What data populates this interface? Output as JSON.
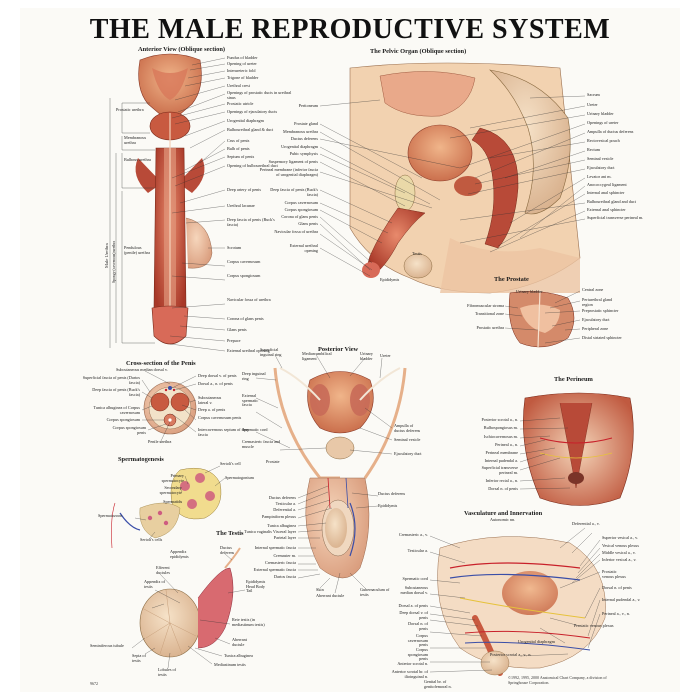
{
  "title": "THE MALE REPRODUCTIVE SYSTEM",
  "panels": {
    "anterior": "Anterior View (Oblique section)",
    "pelvic": "The Pelvic Organ (Oblique section)",
    "prostate": "The Prostate",
    "cross": "Cross-section of the Penis",
    "posterior": "Posterior View",
    "perineum": "The Perineum",
    "sperm": "Spermatogenesis",
    "testis": "The Testis",
    "vascular": "Vasculature and Innervation"
  },
  "anterior_labels": {
    "right": [
      "Fundus of bladder",
      "Opening of ureter",
      "Interureteric fold",
      "Trigone of bladder",
      "Urethral crest",
      "Openings of prostatic ducts in urethral sinus",
      "Prostatic utricle",
      "Openings of ejaculatory ducts",
      "Urogenital diaphragm",
      "Bulbourethral gland & duct",
      "Crus of penis",
      "Bulb of penis",
      "Septum of penis",
      "Opening of bulbourethral duct",
      "Deep artery of penis",
      "Urethral lacunae",
      "Deep fascia of penis (Buck's fascia)",
      "Scrotum",
      "Corpus cavernosum",
      "Corpus spongiosum",
      "Navicular fossa of urethra",
      "Corona of glans penis",
      "Glans penis",
      "Prepuce",
      "External urethral opening"
    ],
    "left": [
      "Prostatic urethra",
      "Membranous urethra",
      "Bulbous urethra",
      "Pendulous (penile) urethra"
    ],
    "side": "Male Urethra",
    "side2": "Spongy (cavernous) urethra"
  },
  "pelvic_labels": {
    "left": [
      "Peritoneum",
      "Prostate gland",
      "Membranous urethra",
      "Ductus deferens",
      "Urogenital diaphragm",
      "Pubic symphysis",
      "Suspensory ligament of penis",
      "Perineal membrane (inferior fascia of urogenital diaphragm)",
      "Deep fascia of penis (Buck's fascia)",
      "Corpus cavernosum",
      "Corpus spongiosum",
      "Corona of glans penis",
      "Glans penis",
      "Navicular fossa of urethra",
      "External urethral opening"
    ],
    "right": [
      "Sacrum",
      "Ureter",
      "Urinary bladder",
      "Openings of ureter",
      "Ampulla of ductus deferens",
      "Rectovesical pouch",
      "Rectum",
      "Seminal vesicle",
      "Ejaculatory duct",
      "Levator ani m.",
      "Anococcygeal ligament",
      "Internal anal sphincter",
      "Bulbourethral gland and duct",
      "External anal sphincter",
      "Superficial transverse perineal m."
    ],
    "bottom": [
      "Testis",
      "Epididymis"
    ]
  },
  "prostate_labels": {
    "right": [
      "Central zone",
      "Periurethral gland region",
      "Preprostatic sphincter",
      "Ejaculatory duct",
      "Peripheral zone",
      "Distal striated sphincter"
    ],
    "left": [
      "Urinary bladder",
      "Fibromuscular stroma",
      "Transitional zone",
      "Prostatic urethra"
    ]
  },
  "cross_labels": {
    "left": [
      "Subcutaneous median dorsal v.",
      "Superficial fascia of penis (Dartos fascia)",
      "Deep fascia of penis (Buck's fascia)",
      "Tunica albuginea of Corpus cavernosum",
      "Corpus spongiosum",
      "Corpus spongiosum penis",
      "Penile urethra"
    ],
    "right": [
      "Deep dorsal v. of penis",
      "Dorsal a., n. of penis",
      "Subcutaneous lateral v.",
      "Deep a. of penis",
      "Corpus cavernosum penis",
      "Intercavernous septum of deep fascia"
    ]
  },
  "posterior_labels": {
    "top": [
      "Superficial inguinal ring",
      "Median umbilical ligament",
      "Urinary bladder",
      "Ureter",
      "Deep inguinal ring"
    ],
    "left": [
      "External spermatic fascia",
      "Spermatic cord",
      "Cremasteric fascia and muscle",
      "Prostate"
    ],
    "right": [
      "Ampulla of ductus deferens",
      "Seminal vesicle",
      "Ejaculatory duct"
    ],
    "lower_left": [
      "Ductus deferens",
      "Testicular a.",
      "Deferential a.",
      "Pampiniform plexus",
      "Tunica albuginea",
      "Tunica vaginalis Visceral layer",
      "Parietal layer",
      "Internal spermatic fascia",
      "Cremaster m.",
      "Cremasteric fascia",
      "External spermatic fascia",
      "Dartos fascia",
      "Skin",
      "Aberrant ductule"
    ],
    "lower_right": [
      "Ductus deferens",
      "Epididymis",
      "Gubernaculum of testis"
    ]
  },
  "perineum_labels": [
    "Posterior scrotal a., n.",
    "Bulbospongiosus m.",
    "Ischiocavernosus m.",
    "Perineal a., n.",
    "Perineal membrane",
    "Internal pudendal a.",
    "Superficial transverse perineal m.",
    "Inferior rectal a., n.",
    "Dorsal n. of penis"
  ],
  "sperm_labels": {
    "right": [
      "Sertoli's cell",
      "Spermatogonium",
      "Primary spermatocyte",
      "Secondary spermatocyte",
      "Spermatids"
    ],
    "left": [
      "Spermatozoon"
    ],
    "bottom": [
      "Sertoli's cells"
    ]
  },
  "testis_labels": {
    "left": [
      "Appendix epididymis",
      "Efferent ductules",
      "Appendix of testis",
      "Seminiferous tubule",
      "Septa of testis",
      "Lobules of testis"
    ],
    "right": [
      "Ductus deferens",
      "Epididymis Head Body Tail",
      "Rete testis (in mediastinum testis)",
      "Aberrant ductule",
      "Tunica albuginea",
      "Mediastinum testis"
    ]
  },
  "vascular_labels": {
    "left": [
      "Cremasteric a., v.",
      "Testicular a.",
      "Spermatic cord",
      "Subcutaneous median dorsal v.",
      "Dorsal a. of penis",
      "Deep dorsal v. of penis",
      "Dorsal n. of penis",
      "Corpus cavernosum penis",
      "Corpus spongiosum penis",
      "Anterior scrotal n.",
      "Anterior scrotal br. of ilioinguinal n."
    ],
    "right": [
      "Autonomic nn.",
      "Deferential a., v.",
      "Superior vesical a., v.",
      "Vesical venous plexus",
      "Middle vesical a., v.",
      "Inferior vesical a., v.",
      "Prostatic venous plexus",
      "Dorsal n. of penis",
      "Internal pudendal a., v.",
      "Perineal a., v., n.",
      "Prostatic venous plexus",
      "Urogenital diaphragm",
      "Posterior scrotal a., v., n.",
      "Genital br. of genitofemoral n."
    ]
  },
  "copyright": "©1992, 1995, 2000 Anatomical Chart Company, a division of Springhouse Corporation.",
  "code": "9672",
  "colors": {
    "muscle": "#c8503c",
    "muscle_light": "#e29a7a",
    "bone": "#ead9a8",
    "artery": "#c8202a",
    "vein": "#3a4ea8",
    "nerve": "#e6c23a",
    "skin": "#f0c8a8",
    "fat": "#f1dc8e"
  }
}
